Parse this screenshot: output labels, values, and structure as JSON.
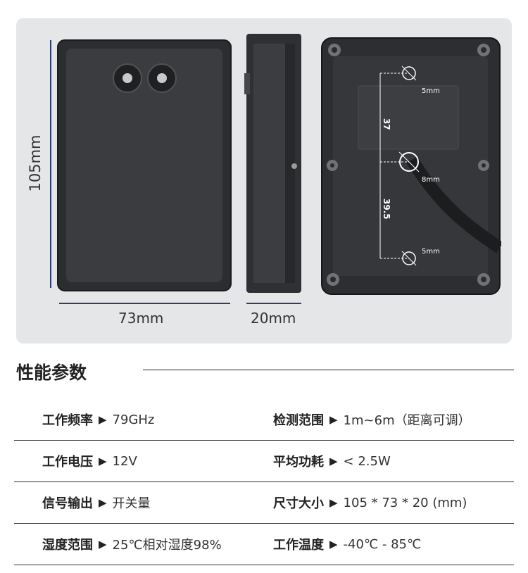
{
  "diagram": {
    "height_label": "105mm",
    "width_label": "73mm",
    "depth_label": "20mm",
    "hole_top": "5mm",
    "hole_mid": "8mm",
    "hole_bot": "5mm",
    "dist_upper": "37",
    "dist_lower": "39.5"
  },
  "section": {
    "title": "性能参数"
  },
  "specs": {
    "rows": [
      {
        "left": {
          "key": "工作频率",
          "arrow": "▶",
          "value": "79GHz"
        },
        "right": {
          "key": "检测范围",
          "arrow": "▶",
          "value": "1m~6m（距离可调）"
        }
      },
      {
        "left": {
          "key": "工作电压",
          "arrow": "▶",
          "value": "12V"
        },
        "right": {
          "key": "平均功耗",
          "arrow": "▶",
          "value": "< 2.5W"
        }
      },
      {
        "left": {
          "key": "信号输出",
          "arrow": "▶",
          "value": "开关量"
        },
        "right": {
          "key": "尺寸大小",
          "arrow": "▶",
          "value": "105 * 73 * 20 (mm)"
        }
      },
      {
        "left": {
          "key": "湿度范围",
          "arrow": "▶",
          "value": "25℃相对湿度98%"
        },
        "right": {
          "key": "工作温度",
          "arrow": "▶",
          "value": "-40℃ - 85℃"
        }
      }
    ]
  }
}
